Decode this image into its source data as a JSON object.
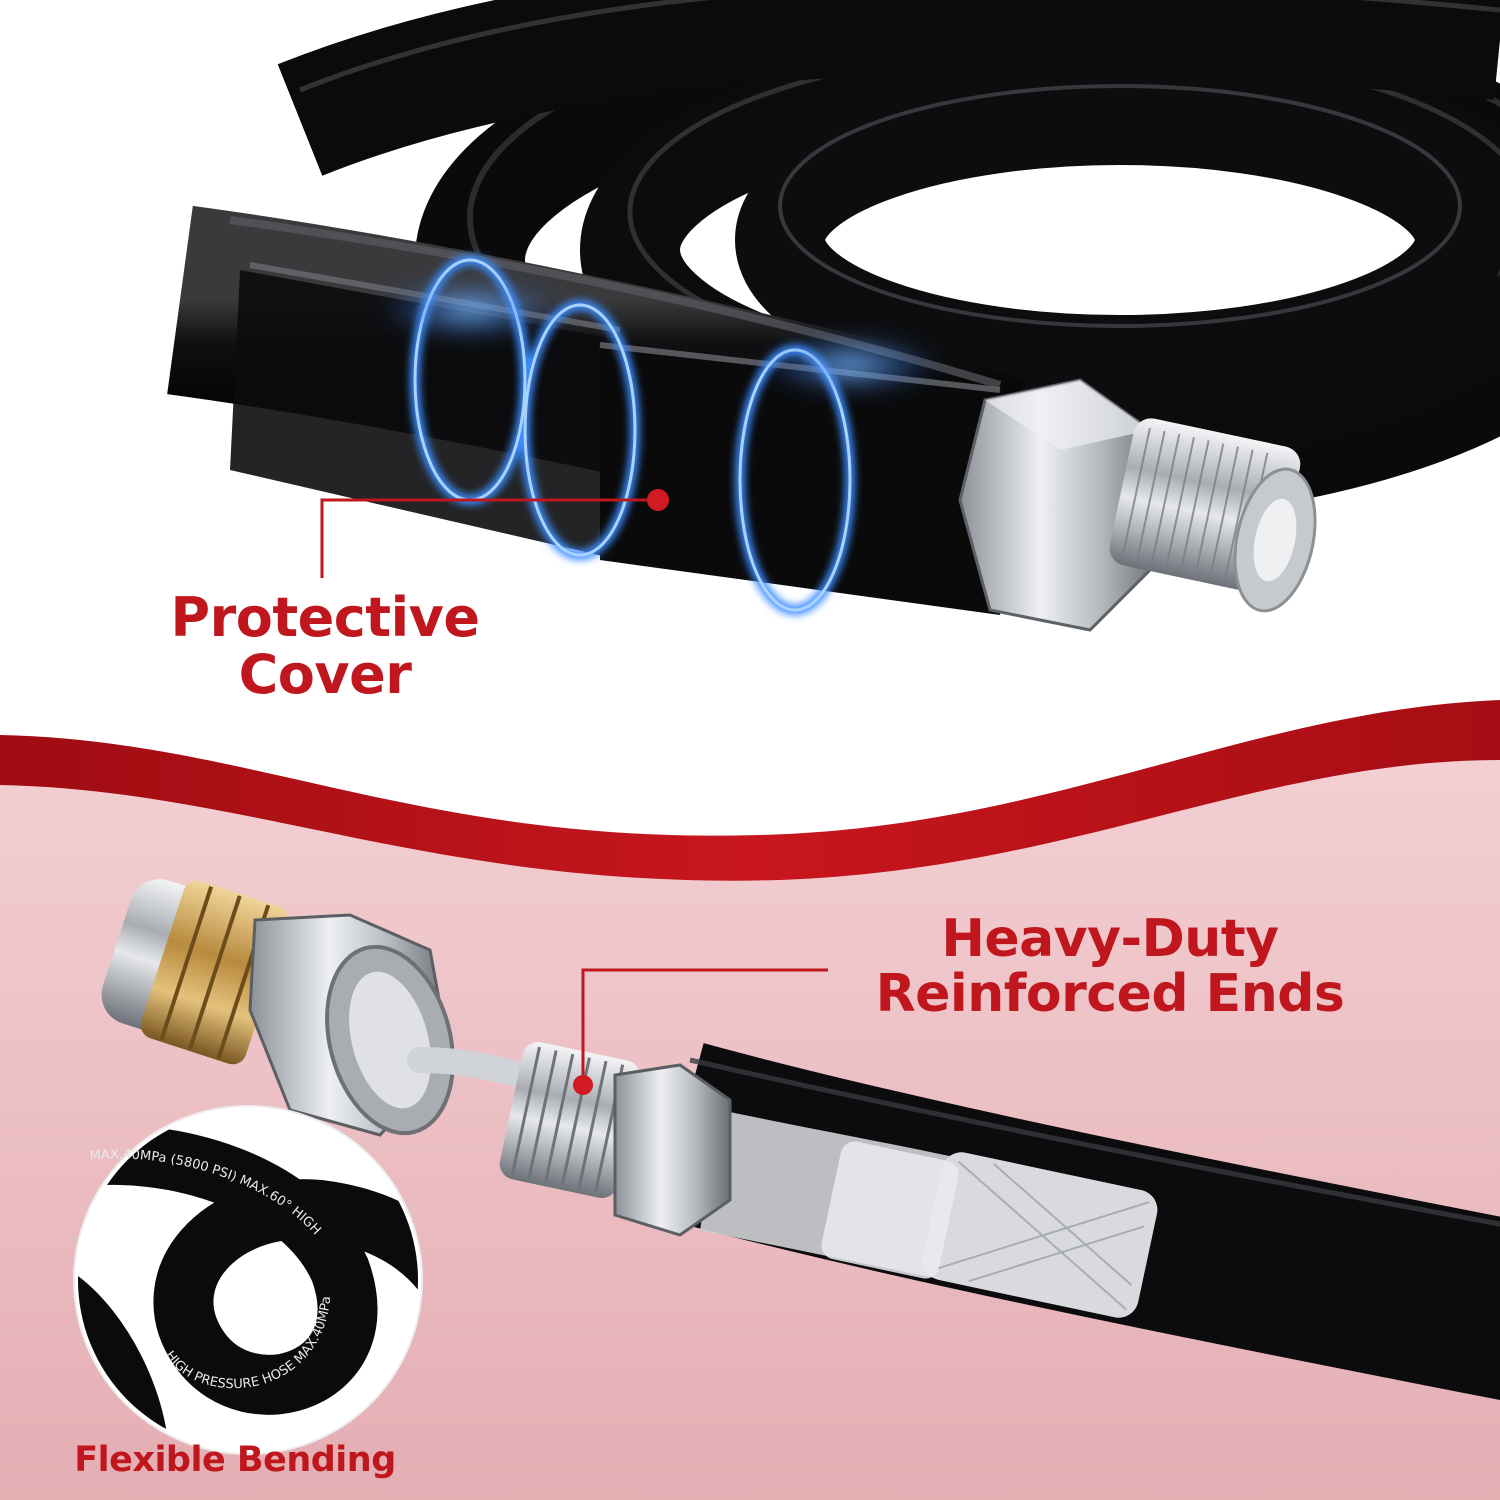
{
  "colors": {
    "accent_red": "#c0161e",
    "deep_red": "#a50d14",
    "pink_background": "#ebbcc0",
    "hose_black": "#0b0b0c",
    "glow_blue": "#2f8cff",
    "brass": "#b88a3e",
    "steel": "#c9ccd0"
  },
  "icons": [
    "hose-coil",
    "threaded-fitting",
    "quick-coupler",
    "hose-loop"
  ],
  "labels": {
    "protective_cover": {
      "line1": "Protective",
      "line2": "Cover"
    },
    "heavy_duty": {
      "line1": "Heavy-Duty",
      "line2": "Reinforced Ends"
    },
    "flexible_bending": "Flexible Bending"
  },
  "hose_print": {
    "part1": "HIGH PRESSURE HOSE MAX.40MPa (5800 PSI) MAX.60°",
    "part2": "MAX.40MPa (5800 PSI) MAX.60° HIGH"
  }
}
